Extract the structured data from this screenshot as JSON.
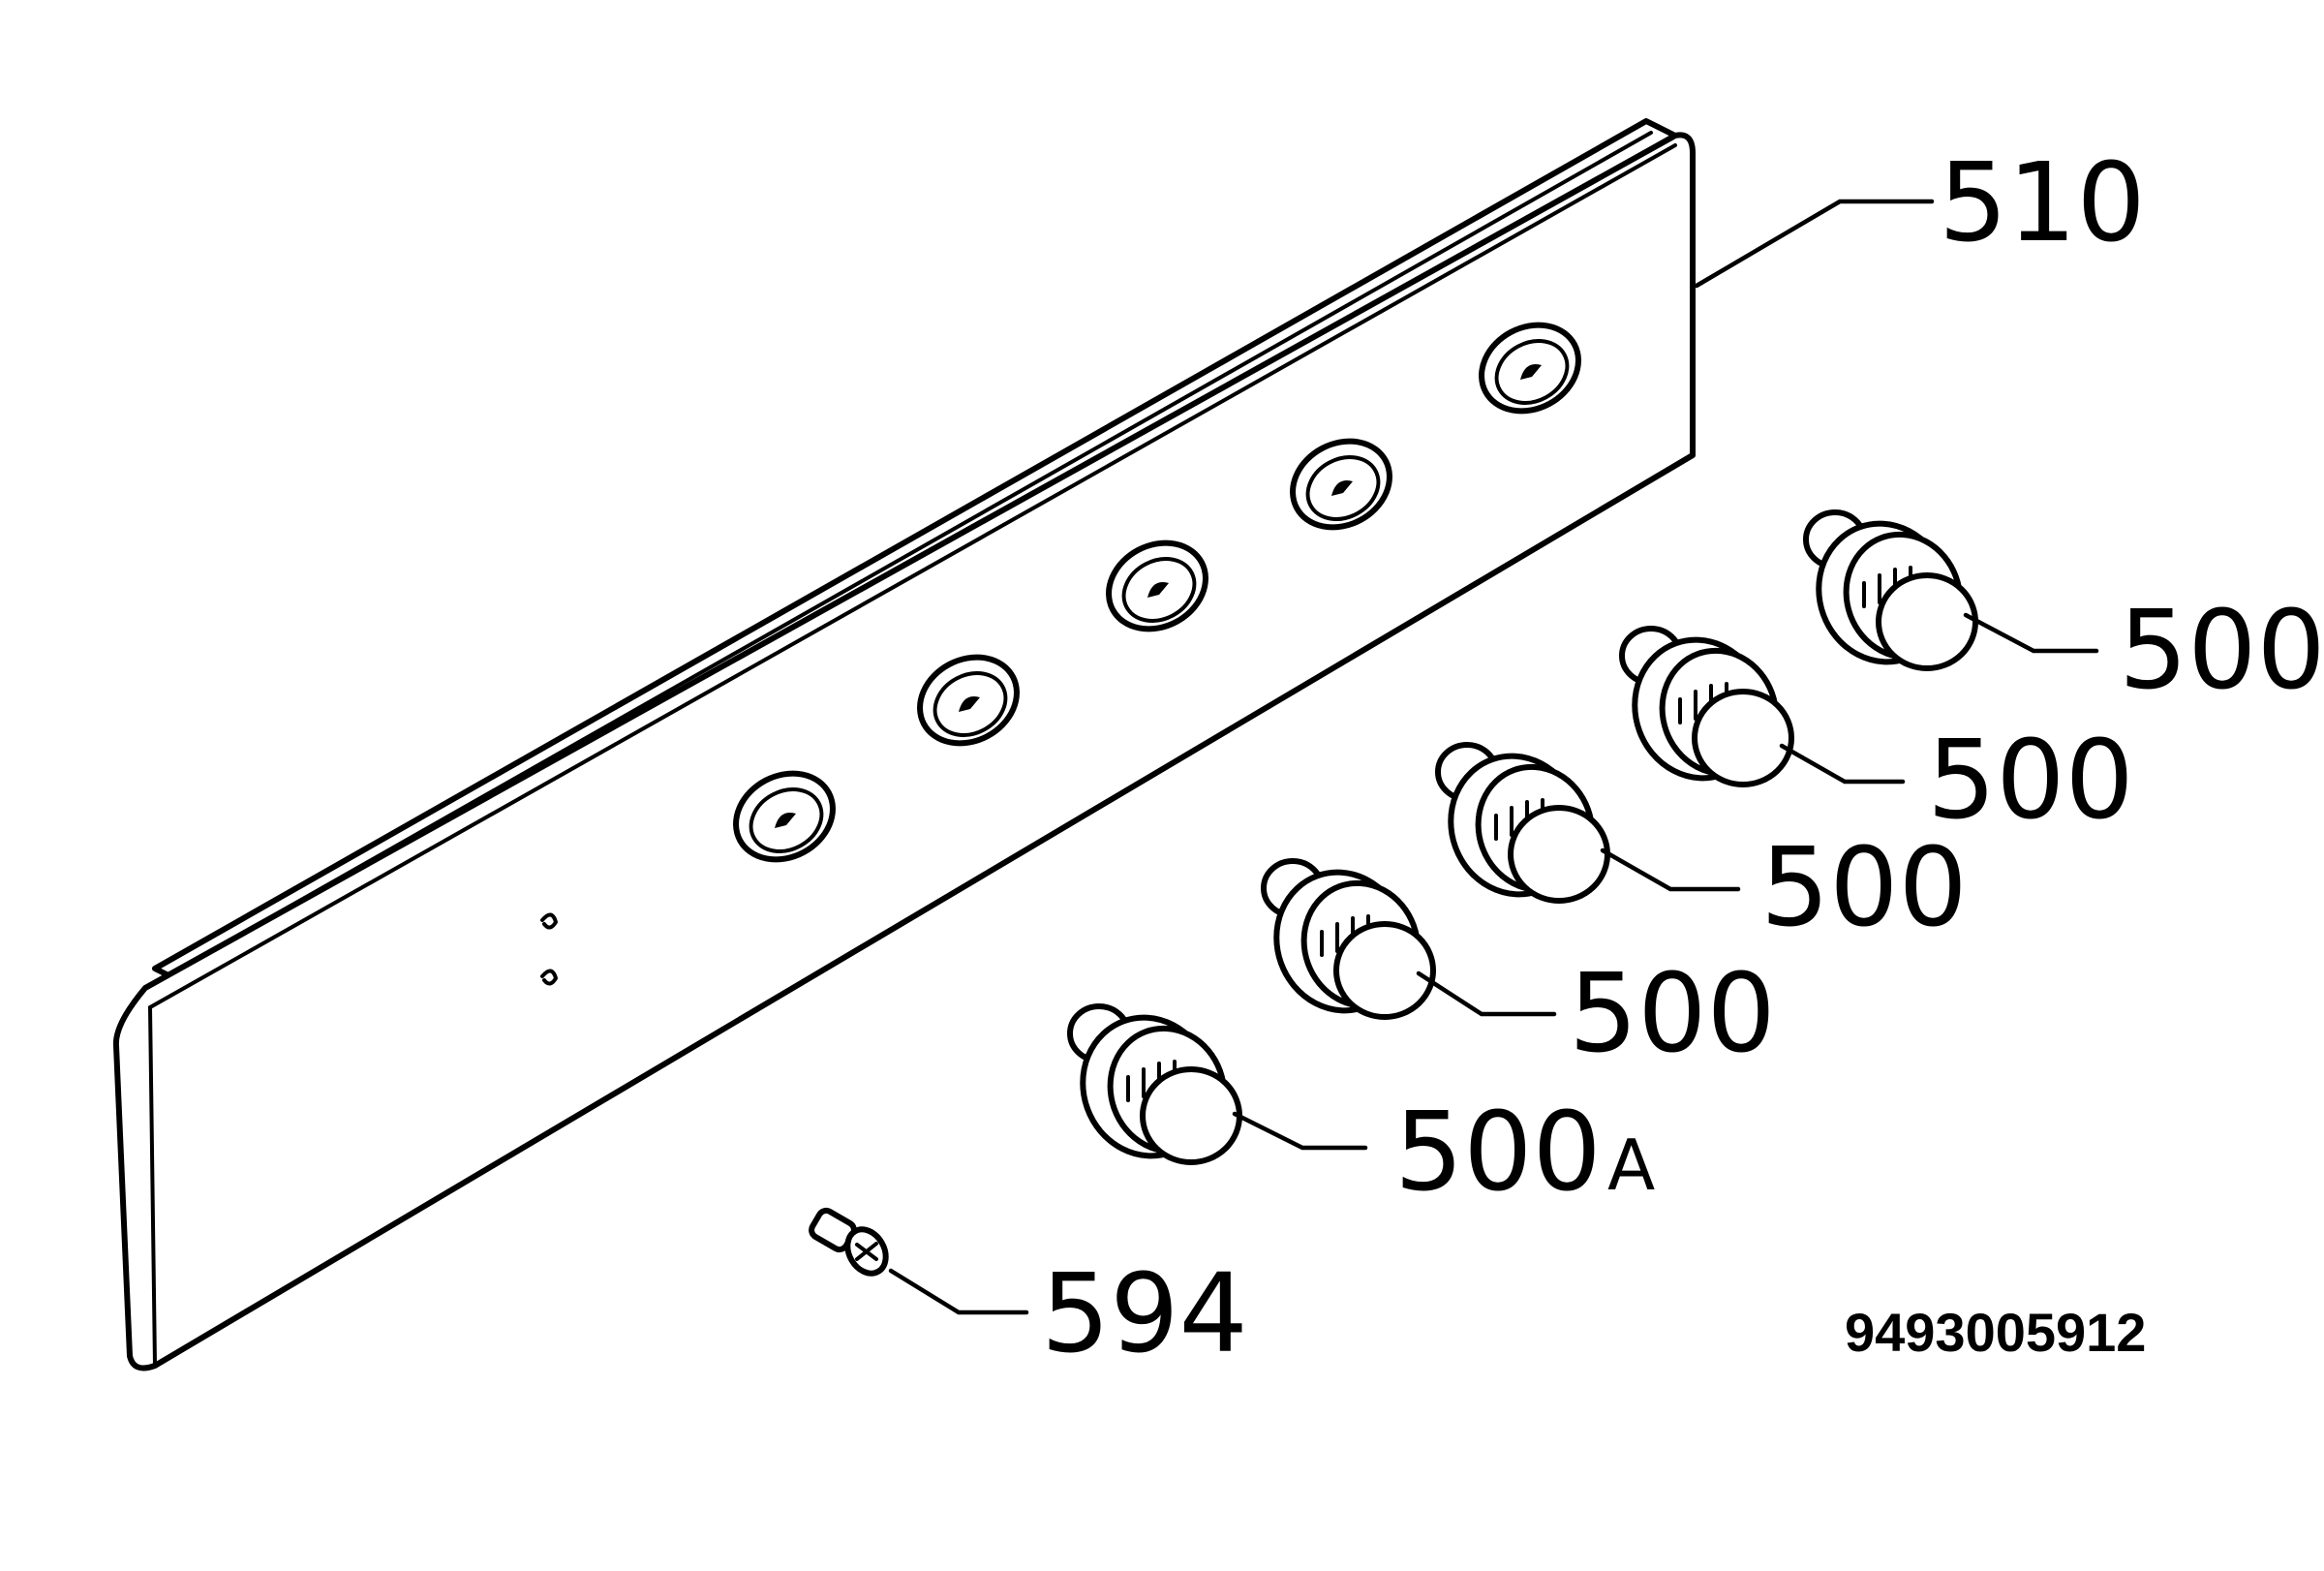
{
  "callouts": {
    "panel": "510",
    "knob_1": "500",
    "knob_2": "500",
    "knob_3": "500",
    "knob_4": "500",
    "knob_5": "500",
    "knob_5_suffix": "A",
    "screw": "594"
  },
  "document_number": "9493005912",
  "colors": {
    "line": "#000000",
    "background": "#ffffff"
  }
}
